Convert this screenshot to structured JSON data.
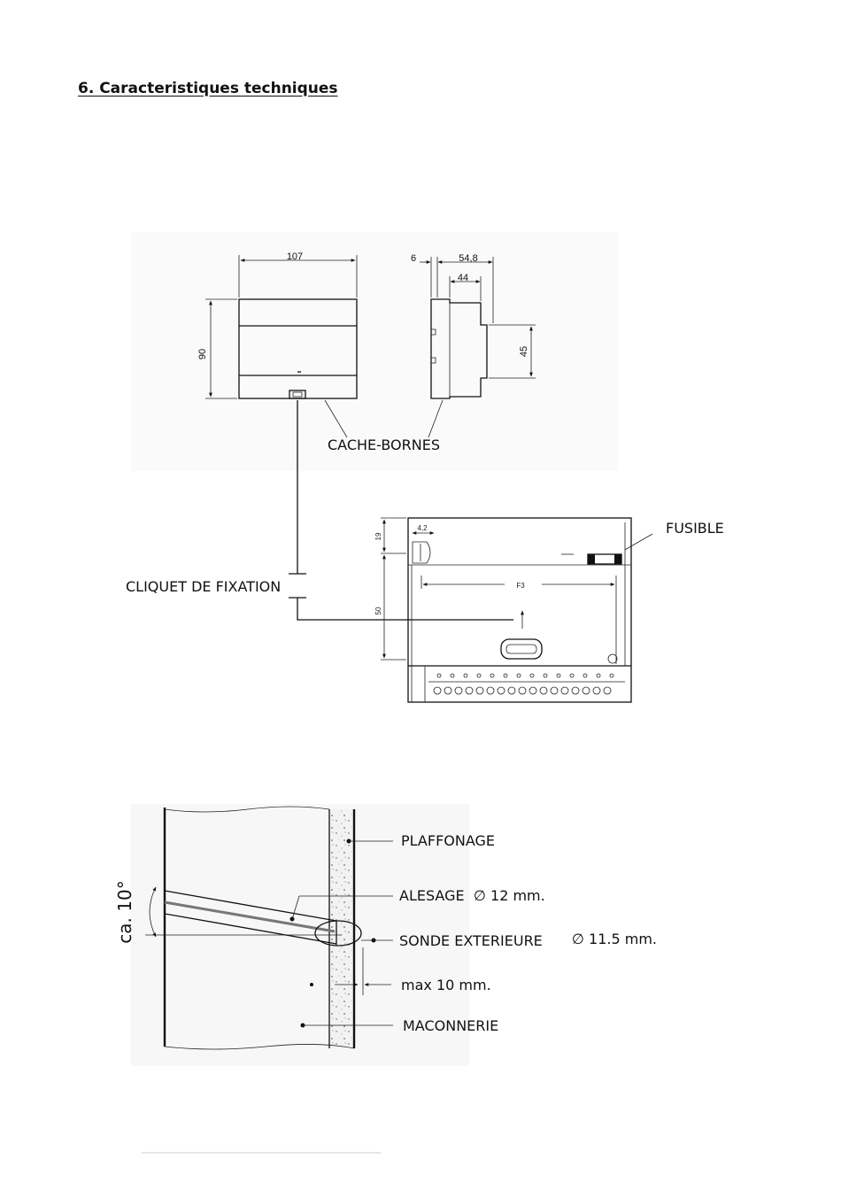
{
  "section": {
    "title": "6. Caracteristiques techniques"
  },
  "module_drawing": {
    "width": "107",
    "height": "90",
    "depth_total": "54,8",
    "depth_offset": "6",
    "depth_body": "44",
    "side_height": "45",
    "label_cache_bornes": "CACHE-BORNES"
  },
  "base_drawing": {
    "label_fusible": "FUSIBLE",
    "label_cliquet": "CLIQUET DE FIXATION",
    "dim_top": "19",
    "dim_height": "50",
    "dim_span": "F3",
    "dim_small": "4,2"
  },
  "sensor_drawing": {
    "angle": "ca. 10°",
    "label_plaffonage": "PLAFFONAGE",
    "label_alesage": "ALESAGE",
    "alesage_dim": "∅ 12 mm.",
    "label_sonde": "SONDE EXTERIEURE",
    "sonde_dim": "∅ 11.5 mm.",
    "max_depth": "max 10 mm.",
    "label_maconnerie": "MACONNERIE"
  }
}
